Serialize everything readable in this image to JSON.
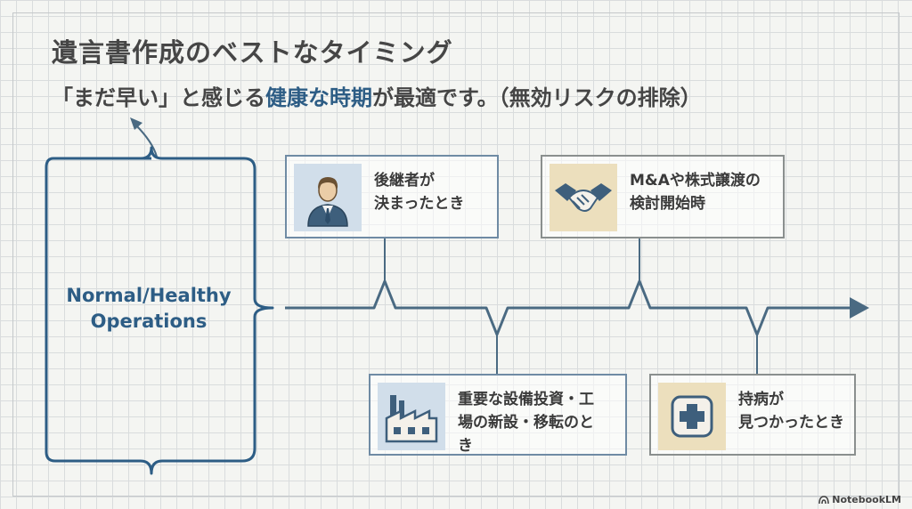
{
  "title": "遺言書作成のベストなタイミング",
  "subtitle": {
    "part1": "「まだ早い」と感じる",
    "highlight": "健康な時期",
    "part2": "が最適です。（無効リスクの排除）"
  },
  "brace_label": {
    "line1": "Normal/Healthy",
    "line2": "Operations"
  },
  "events": [
    {
      "id": "successor",
      "line1": "後継者が",
      "line2": "決まったとき",
      "icon": "businessman-icon",
      "style": "blue",
      "position": "above"
    },
    {
      "id": "investment",
      "line1": "重要な設備投資・工",
      "line2": "場の新設・移転のと",
      "line3": "き",
      "icon": "factory-icon",
      "style": "blue",
      "position": "below"
    },
    {
      "id": "ma",
      "line1": "M&Aや株式譲渡の",
      "line2": "検討開始時",
      "icon": "handshake-icon",
      "style": "beige",
      "position": "above"
    },
    {
      "id": "illness",
      "line1": "持病が",
      "line2": "見つかったとき",
      "icon": "medical-cross-icon",
      "style": "beige",
      "position": "below"
    }
  ],
  "colors": {
    "accent": "#2d5d85",
    "line": "#4a6a82",
    "blue_fill": "#d1deea",
    "beige_fill": "#ecdfbd"
  },
  "branding": {
    "logo_text": "NotebookLM"
  }
}
